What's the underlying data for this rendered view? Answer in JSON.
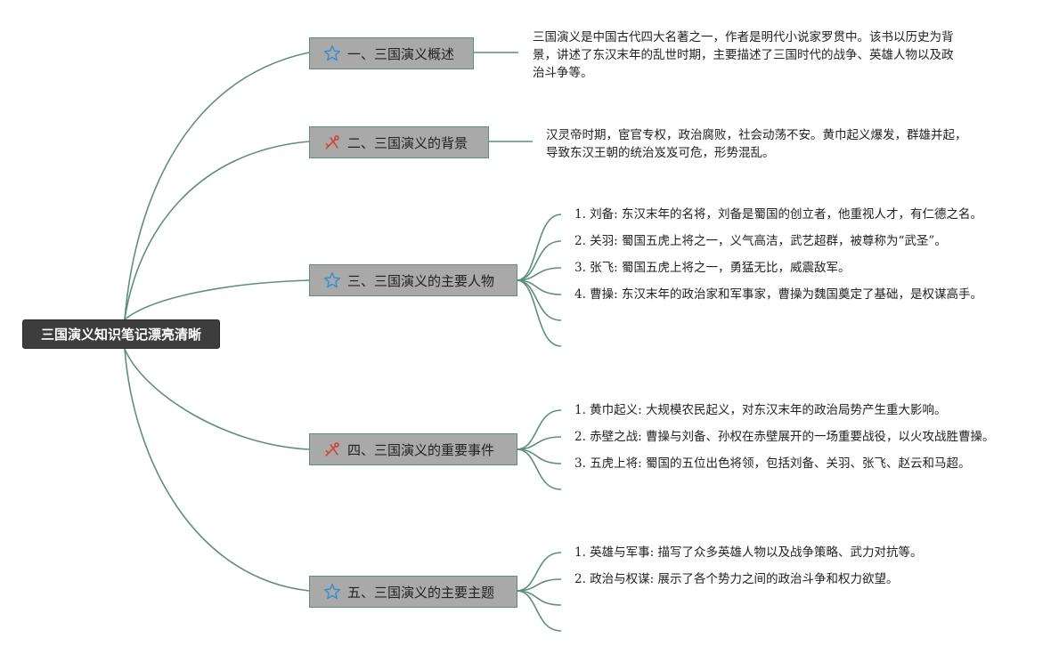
{
  "root": {
    "title": "三国演义知识笔记漂亮清晰"
  },
  "colors": {
    "line": "#5c8f7d",
    "node_fill": "#a9a9a9",
    "root_fill": "#3d3d3d",
    "star_icon": "#3a8fd0",
    "tools_icon": "#d0453a"
  },
  "branches": [
    {
      "label": "一、三国演义概述",
      "icon": "star-icon",
      "description": [
        "三国演义是中国古代四大名著之一，作者是明代小说家罗贯中。该书以历史为背",
        "景，讲述了东汉末年的乱世时期，主要描述了三国时代的战争、英雄人物以及政",
        "治斗争等。"
      ]
    },
    {
      "label": "二、三国演义的背景",
      "icon": "tools-icon",
      "description": [
        "汉灵帝时期，宦官专权，政治腐败，社会动荡不安。黄巾起义爆发，群雄并起，",
        "导致东汉王朝的统治岌岌可危，形势混乱。"
      ]
    },
    {
      "label": "三、三国演义的主要人物",
      "icon": "star-icon",
      "items": [
        "1. 刘备: 东汉末年的名将，刘备是蜀国的创立者，他重视人才，有仁德之名。",
        "2. 关羽: 蜀国五虎上将之一，义气高洁，武艺超群，被尊称为“武圣”。",
        "3. 张飞: 蜀国五虎上将之一，勇猛无比，威震敌军。",
        "4. 曹操: 东汉末年的政治家和军事家，曹操为魏国奠定了基础，是权谋高手。"
      ]
    },
    {
      "label": "四、三国演义的重要事件",
      "icon": "tools-icon",
      "items": [
        "1. 黄巾起义: 大规模农民起义，对东汉末年的政治局势产生重大影响。",
        "2. 赤壁之战: 曹操与刘备、孙权在赤壁展开的一场重要战役，以火攻战胜曹操。",
        "3. 五虎上将: 蜀国的五位出色将领，包括刘备、关羽、张飞、赵云和马超。"
      ]
    },
    {
      "label": "五、三国演义的主要主题",
      "icon": "star-icon",
      "items": [
        "1. 英雄与军事: 描写了众多英雄人物以及战争策略、武力对抗等。",
        "2. 政治与权谋: 展示了各个势力之间的政治斗争和权力欲望。"
      ]
    }
  ]
}
